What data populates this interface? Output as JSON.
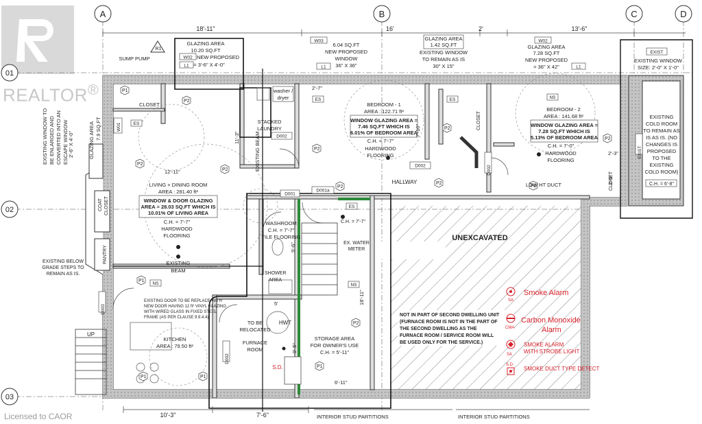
{
  "watermark": {
    "brand": "REALTOR",
    "mark": "®",
    "license": "Licensed to CAOR"
  },
  "grid": {
    "cols": [
      "A",
      "B",
      "C",
      "D"
    ],
    "rows": [
      "01",
      "02",
      "03"
    ]
  },
  "dims": {
    "top_left": "18'-11\"",
    "top_mid": "16'",
    "top_c": "2'",
    "top_right": "13'-6\"",
    "bot_left": "10'-3\"",
    "bot_mid": "7'-6\"",
    "d_2_7": "2'-7\"",
    "d_11_3": "11'-3\"",
    "d_12_11": "12'-11\"",
    "d_7_10": "7'-10\"",
    "d_2_3": "2'-3\"",
    "d_3_5": "3'-5\"",
    "d_5": "5'",
    "d_9_6": "9'-6\"",
    "d_18_11": "18'-11\"",
    "d_6_11": "6'-11\"",
    "d_9_5": "9'-5\""
  },
  "windows": {
    "w02_left": {
      "glazing": "GLAZING AREA",
      "area": "10.20 SQ.FT",
      "tag": "W02",
      "line1": "NEW PROPOSED",
      "size": "= 3'-6\" X 4'-0\"",
      "lintel": "L1"
    },
    "w03": {
      "tag": "W03",
      "area": "6.04 SQ.FT",
      "line1": "NEW PROPOSED",
      "line2": "WINDOW",
      "size": "36\" X 36\"",
      "lintel": "L1"
    },
    "mid": {
      "glazing": "GLAZING AREA",
      "area": "1.42 SQ.FT",
      "line1": "EXISTING WINDOW",
      "line2": "TO REMAIN AS IS",
      "size": "30\" X 15\""
    },
    "w02_right": {
      "tag": "W02",
      "glazing": "GLAZING AREA",
      "area": "7.28 SQ.FT",
      "line1": "NEW PROPOSED",
      "size": "= 36\" X 42\"",
      "lintel": "L1"
    },
    "exist": {
      "tag": "EXIST",
      "line1": "EXISTING WINDOW",
      "size": "SIZE: 2'-0\" X 1'-0\""
    },
    "w01": {
      "tag": "W01",
      "glazing": "GLAZING AREA",
      "area": "7.9 SQ.FT",
      "size": "2'-6\" X 4'-0\""
    },
    "r1": "R1",
    "sump": "SUMP PUMP"
  },
  "left_note": [
    "EXISTING WINDOW TO",
    "BE ENLARGED AND",
    "CONVERTED INTO AN",
    "ESCAPE WINDOW"
  ],
  "rooms": {
    "closet": "CLOSET",
    "washer": [
      "washer /",
      "dryer"
    ],
    "laundry": [
      "STACKED",
      "LAUNDRY"
    ],
    "bed1": {
      "name": "BEDROOM - 1",
      "area": "AREA : 122.71 ft²",
      "glaze": [
        "WINDOW GLAZING AREA =",
        "7.46 SQ.FT WHICH IS",
        "6.01% OF BEDROOM AREA"
      ],
      "ch": "C.H. = 7'-7\"",
      "floor": [
        "HARDWOOD",
        "FLOORING"
      ]
    },
    "bed2": {
      "name": "BEDROOM - 2",
      "area": "AREA : 141.68 ft²",
      "glaze": [
        "WINDOW GLAZING AREA =",
        "7.28 SQ.FT WHICH IS",
        "5.13% OF BEDROOM AREA"
      ],
      "ch": "C.H. = 7'-0\"",
      "floor": [
        "HARDWOOD",
        "FLOORING"
      ]
    },
    "cold": [
      "EXISTING",
      "COLD ROOM",
      "TO REMAIN AS",
      "IS AS IS. (NO",
      "CHANGES IS",
      "PROPOSED",
      "TO THE",
      "EXISTING",
      "COLD ROOM)"
    ],
    "cold_ch": "C.H. = 6'-8\"",
    "living": {
      "name": "LIVING + DINING ROOM",
      "area": "AREA : 281.40 ft²",
      "glaze": [
        "WINDOW & DOOR GLAZING",
        "AREA = 28.03 SQ.FT WHICH IS",
        "10.01% OF LIVING AREA"
      ],
      "ch": "C.H. = 7'-7\"",
      "floor": [
        "HARDWOOD",
        "FLOORING"
      ]
    },
    "coat": [
      "COAT",
      "CLOSET"
    ],
    "pantry": "PANTRY",
    "hallway": "HALLWAY",
    "low_duct": "LOW HT DUCT",
    "washroom": [
      "WASHROOM",
      "C.H. = 7'-7\"",
      "TILE FLOORING"
    ],
    "shower": [
      "SHOWER",
      "AREA"
    ],
    "ex_water": [
      "EX. WATER",
      "METER"
    ],
    "ch77": "C.H. = 7'-7\"",
    "unexcavated": "UNEXCAVATED",
    "existing_beam": [
      "EXISTING",
      "BEAM"
    ],
    "existing_beam_v": "EXISTING BEAM",
    "stairs_below": [
      "EXISTING BELOW",
      "GRADE STEPS TO",
      "REMAIN AS IS."
    ],
    "door_note": [
      "EXISTING DOOR TO BE REPLACE WITH",
      "NEW DOOR HAVING 12 ft² VINYL GLAZING",
      "WITH WIRED GLASS IN FIXED STEEL",
      "FRAME (AS PER CLAUSE 9.9.4.4)"
    ],
    "up": "UP",
    "kitchen": {
      "name": "KITCHEN",
      "area": "AREA : 79.50 ft²"
    },
    "furnace": [
      "TO BE",
      "RELOCATED",
      "FURNACE",
      "ROOM"
    ],
    "hwt": "HWT",
    "storage": [
      "STORAGE AREA",
      "FOR OWNER'S USE",
      "C.H. = 5'-11\""
    ],
    "not_part": [
      "NOT IN PART OF SECOND DWELLING UNIT",
      "(FURNACE ROOM IS NOT IN THE PART OF",
      "THE SECOND DWELLING AS THE",
      "FURNACE ROOM / SERVICE ROOM WILL",
      "BE USED ONLY FOR THE SERVICE.)"
    ],
    "isp1": "INTERIOR STUD PARTITIONS",
    "isp2": "INTERIOR STUD PARTITIONS",
    "sd": "S.D."
  },
  "doors": {
    "d002a": "D002",
    "d002b": "D002",
    "d002c": "D002",
    "d001": "D001",
    "d001a": "D001a",
    "d003": "D003",
    "d002d": "D002",
    "es": "ES",
    "ns": "NS",
    "exist_v": "EXIST",
    "closet_v": "CLOSET"
  },
  "legend": [
    {
      "label": "Smoke Alarm",
      "symbol": "SA"
    },
    {
      "label": "Carbon Monoxide",
      "label2": "Alarm",
      "symbol": "CMA"
    },
    {
      "label": "SMOKE ALARM",
      "label2": "WITH STROBE LIGHT",
      "symbol": "SA"
    },
    {
      "label": "SMOKE DUCT TYPE DETECT",
      "symbol": "S.D"
    }
  ],
  "colors": {
    "legend_red": "#d8202a",
    "wall_fill": "#bdbdbd",
    "accent_green": "#2e8b3a"
  }
}
